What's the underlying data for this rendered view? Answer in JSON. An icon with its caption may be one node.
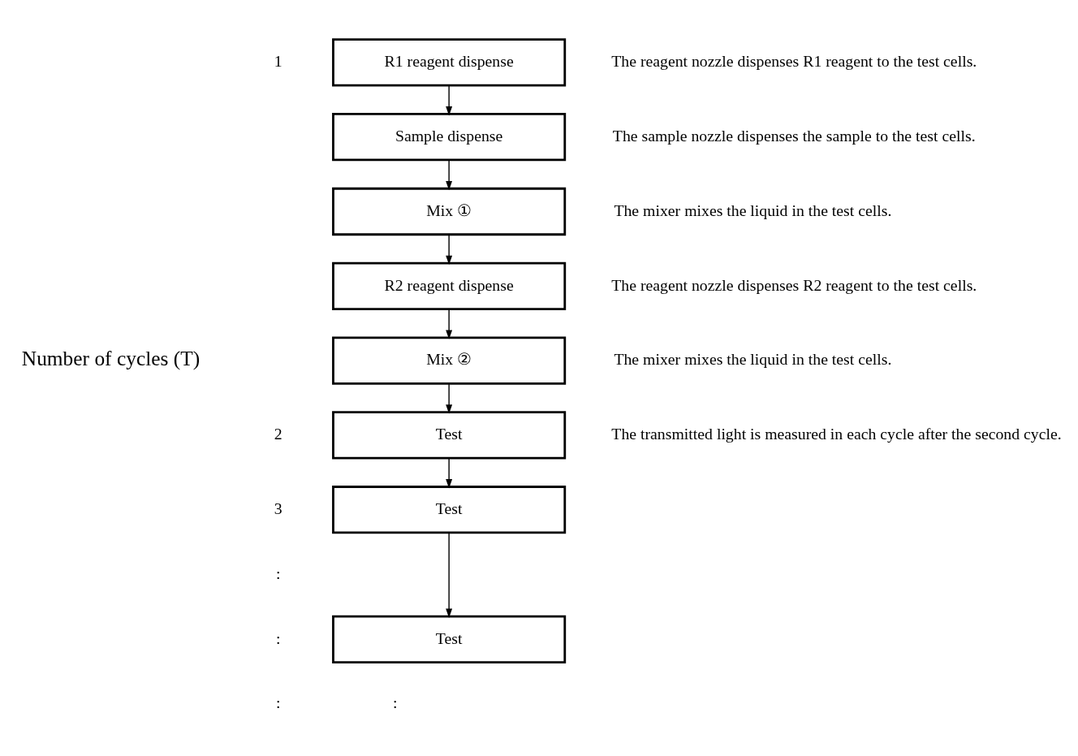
{
  "diagram": {
    "nodes": [
      {
        "text": [
          "R1 reagent dispense"
        ],
        "beside": [
          "1",
          "The reagent nozzle dispenses R1 reagent to the test cells."
        ]
      },
      {
        "text": [
          "Sample dispense"
        ],
        "beside": [
          "The sample nozzle dispenses the sample to the test cells."
        ]
      },
      {
        "text": [
          "Mix ①"
        ],
        "beside": [
          "The mixer mixes the liquid in the test cells."
        ]
      },
      {
        "text": [
          "R2 reagent dispense"
        ],
        "beside": [
          "The reagent nozzle dispenses R2 reagent to the test cells."
        ]
      },
      {
        "text": [
          "Mix ②"
        ],
        "beside": [
          "The mixer mixes the liquid in the test cells."
        ]
      },
      {
        "text": [
          "Test"
        ],
        "beside": [
          "2",
          "The transmitted light is measured in each cycle after the second cycle."
        ]
      },
      {
        "text": [
          "Test"
        ],
        "beside": [
          "3"
        ]
      },
      {
        "text": [
          "Test"
        ],
        "beside": [
          ":"
        ]
      }
    ],
    "edges": [
      {
        "from": 0,
        "to": 1,
        "arrow": "to"
      },
      {
        "from": 1,
        "to": 2,
        "arrow": "to"
      },
      {
        "from": 2,
        "to": 3,
        "arrow": "to"
      },
      {
        "from": 3,
        "to": 4,
        "arrow": "to"
      },
      {
        "from": 4,
        "to": 5,
        "arrow": "to"
      },
      {
        "from": 5,
        "to": 6,
        "arrow": "to"
      },
      {
        "from": 6,
        "to": 7,
        "arrow": "to"
      }
    ],
    "labels": [
      "Number of cycles (T)",
      ":",
      ":",
      ":"
    ]
  }
}
